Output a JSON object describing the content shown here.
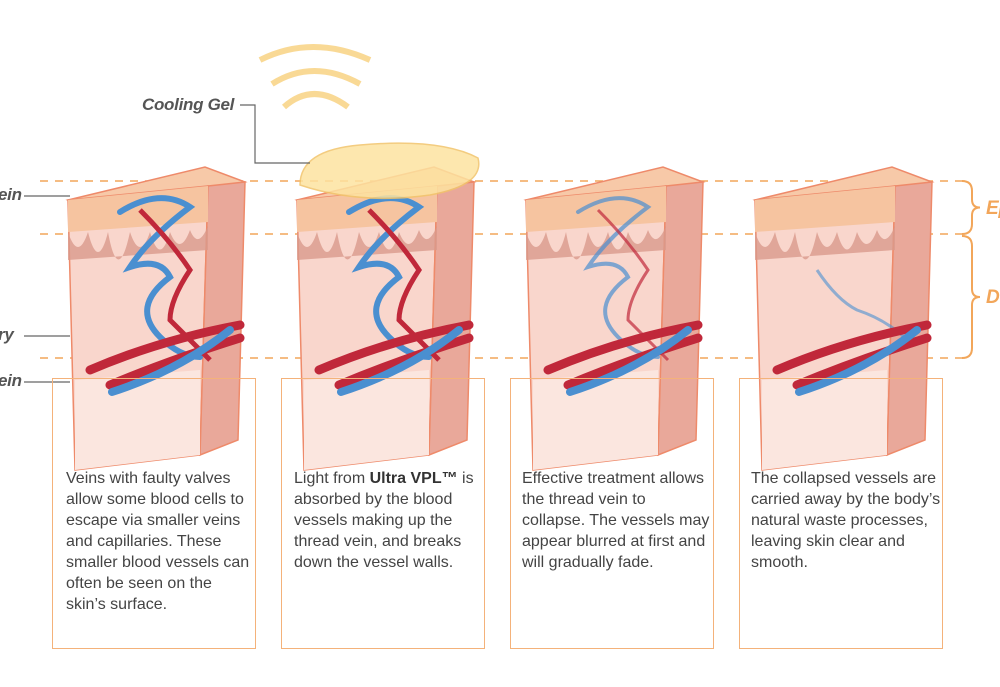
{
  "labels": {
    "cooling_gel": "Cooling Gel",
    "thread_vein": "ein",
    "capillary": "ry",
    "vein": "ein",
    "epidermis": "Ep",
    "dermis": "De"
  },
  "panels": [
    {
      "text": "Veins with faulty valves allow some blood cells to escape via smaller veins and capillaries. These smaller blood vessels can often be seen on the skin’s surface."
    },
    {
      "text_before": "Light from ",
      "text_bold": "Ultra VPL™",
      "text_after": " is absorbed by the blood vessels making up the thread vein, and breaks down the vessel walls."
    },
    {
      "text": "Effective treatment allows the thread vein to collapse. The vessels may appear blurred at first and will gradually fade."
    },
    {
      "text": "The collapsed vessels are carried away by the body’s natural waste processes, leaving skin clear and smooth."
    }
  ],
  "colors": {
    "accent": "#f2a65a",
    "artery": "#c0283a",
    "vein": "#4a8fd0",
    "skin": "#f6c4b0"
  }
}
